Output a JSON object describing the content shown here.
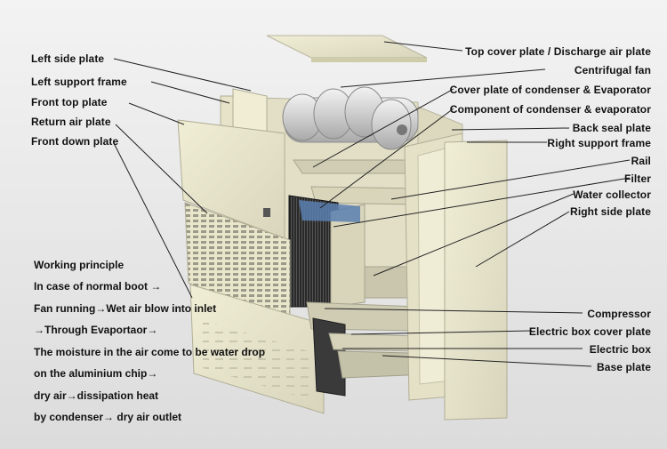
{
  "left_labels": [
    "Left side plate",
    "Left support frame",
    "Front top plate",
    "Return air plate",
    "Front down plate"
  ],
  "right_labels": [
    "Top cover plate / Discharge air plate",
    "Centrifugal fan",
    "Cover plate of condenser & Evaporator",
    "Component of condenser & evaporator",
    "Back seal plate",
    "Right support frame",
    "Rail",
    "Filter",
    "Water collector",
    "Right side plate",
    "Compressor",
    "Electric box cover plate",
    "Electric box",
    "Base plate"
  ],
  "working_principle": [
    "Working principle",
    "In case of normal boot →",
    "Fan running→Wet air blow into inlet",
    "→Through Evaportaor→",
    "The moisture in the air come to be water drop",
    "on the aluminium chip→",
    "dry air→dissipation heat",
    "by condenser→ dry air outlet"
  ],
  "colors": {
    "panel": "#e9e6cc",
    "panel_edge": "#b9b6a0",
    "coil": "#2b2b2b",
    "fan": "#d6d6d6",
    "leader": "#222222"
  }
}
